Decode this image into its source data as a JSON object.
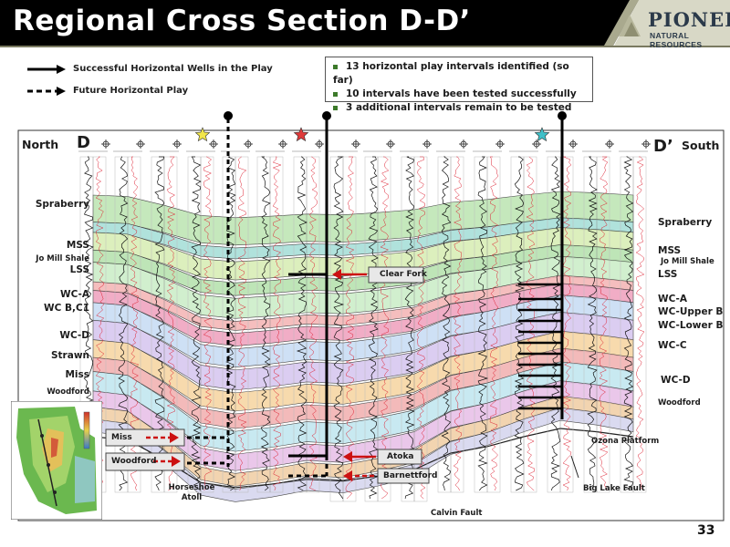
{
  "slide": {
    "title": "Regional Cross Section D-D’",
    "page_number": "33",
    "logo": {
      "name": "PIONEER",
      "tagline": "NATURAL RESOURCES"
    }
  },
  "legend": {
    "solid_label": "Successful Horizontal Wells in the Play",
    "dashed_label": "Future Horizontal Play"
  },
  "bullets": [
    "13 horizontal play intervals identified (so far)",
    "10 intervals have been tested successfully",
    "3 additional intervals remain to be tested"
  ],
  "section": {
    "north_label": "North",
    "south_label": "South",
    "start_marker": "D",
    "end_marker": "D’",
    "left_formations": [
      "Spraberry",
      "MSS",
      "Jo Mill Shale",
      "LSS",
      "WC-A",
      "WC B,C1",
      "WC-D",
      "Strawn",
      "Miss",
      "Woodford"
    ],
    "right_formations": [
      "Spraberry",
      "MSS",
      "Jo Mill Shale",
      "LSS",
      "WC-A",
      "WC-Upper B",
      "WC-Lower B",
      "WC-C",
      "WC-D",
      "Woodford"
    ],
    "callouts": {
      "clear_fork": "Clear Fork",
      "atoka": "Atoka",
      "barnettford": "Barnettford",
      "miss": "Miss",
      "woodford": "Woodford"
    },
    "annotations": {
      "horseshoe_atoll": "Horseshoe Atoll",
      "calvin_fault": "Calvin Fault",
      "big_lake_fault": "Big Lake Fault",
      "ozona_platform": "Ozona Platform"
    }
  },
  "colors": {
    "header": "#000000",
    "header_accent": "#d6d6c2",
    "successful_well": "#000000",
    "future_well": "#000000",
    "arrow_red": "#cc1111"
  }
}
